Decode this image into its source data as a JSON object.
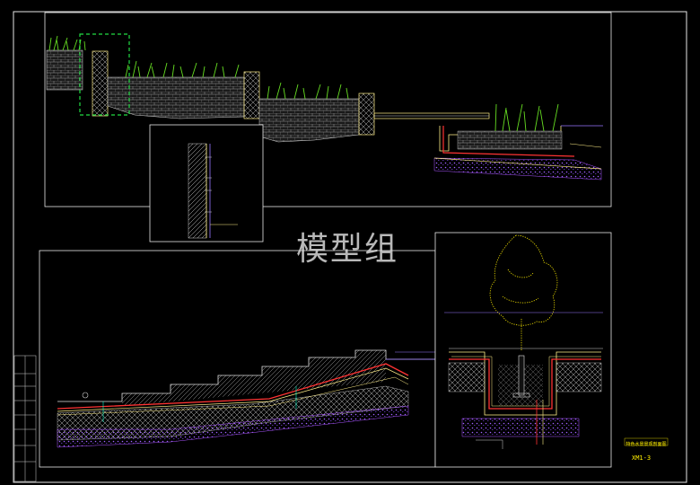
{
  "watermark": "模型组",
  "sheet": {
    "title_block_caption": "特色水景景观剖面图",
    "drawing_number": "XM1-3"
  },
  "colors": {
    "background": "#000000",
    "frame": "#ffffff",
    "grass": "#66dd22",
    "wall": "#ffee88",
    "hatch": "#cccccc",
    "membrane": "#ff3333",
    "gravel": "#aa55ff",
    "water": "#8855ff",
    "highlight": "#22dd44",
    "tree": "#ffee00",
    "dim": "#00ffcc"
  },
  "icons": {
    "planting": "grass-clump-icon",
    "tree": "tree-canopy-icon"
  }
}
